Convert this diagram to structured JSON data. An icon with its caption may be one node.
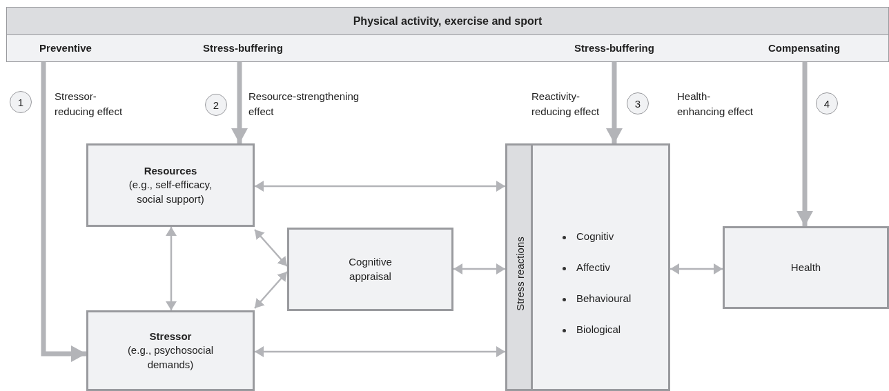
{
  "diagram": {
    "nodes": [
      {
        "text": [
          "Physical activity, exercise and sport"
        ]
      },
      {
        "text": [
          "Preventive"
        ],
        "in": 0
      },
      {
        "text": [
          "Stress-buffering"
        ],
        "in": 0
      },
      {
        "text": [
          "Stress-buffering"
        ],
        "in": 0
      },
      {
        "text": [
          "Compensating"
        ],
        "in": 0
      },
      {
        "text": [
          "Resources",
          "(e.g., self-efficacy, social support)"
        ]
      },
      {
        "text": [
          "Cognitive appraisal"
        ]
      },
      {
        "text": [
          "Stressor",
          "(e.g., psychosocial demands)"
        ]
      },
      {
        "text": [
          "Stress reactions",
          "Cognitiv",
          "Affectiv",
          "Behavioural",
          "Biological"
        ]
      },
      {
        "text": [
          "Health"
        ]
      }
    ],
    "edges": [
      {
        "from": 1,
        "to": 7,
        "arrow": "to",
        "style": "thick",
        "label": "Stressor-reducing effect"
      },
      {
        "from": 2,
        "to": 5,
        "arrow": "to",
        "style": "thick",
        "label": "Resource-strengthening effect"
      },
      {
        "from": 3,
        "to": 8,
        "arrow": "to",
        "style": "thick",
        "label": "Reactivity-reducing effect"
      },
      {
        "from": 4,
        "to": 9,
        "arrow": "to",
        "style": "thick",
        "label": "Health-enhancing effect"
      },
      {
        "from": 5,
        "to": 8,
        "arrow": "both"
      },
      {
        "from": 5,
        "to": 7,
        "arrow": "both"
      },
      {
        "from": 6,
        "to": 5,
        "arrow": "both"
      },
      {
        "from": 6,
        "to": 7,
        "arrow": "both"
      },
      {
        "from": 6,
        "to": 8,
        "arrow": "both"
      },
      {
        "from": 7,
        "to": 8,
        "arrow": "both"
      },
      {
        "from": 8,
        "to": 9,
        "arrow": "both"
      }
    ],
    "labels": [
      "1",
      "2",
      "3",
      "4"
    ]
  }
}
